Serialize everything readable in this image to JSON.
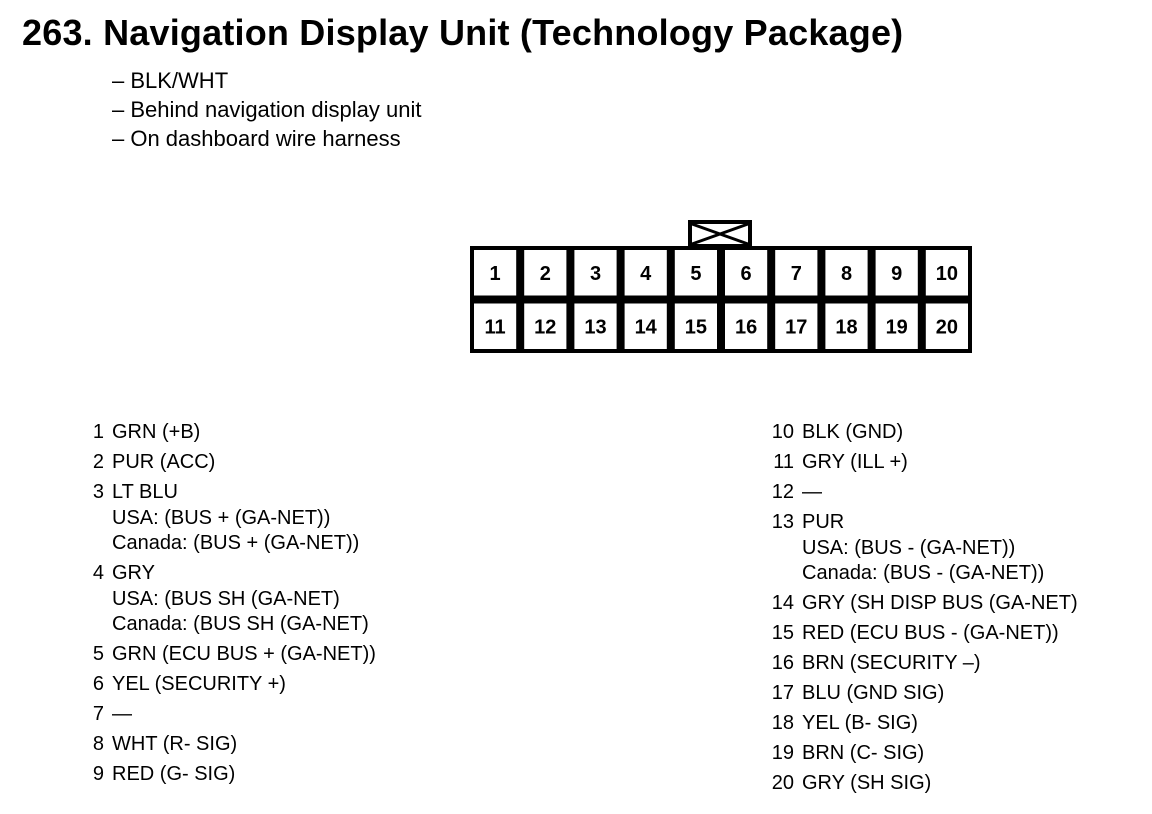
{
  "title": "263. Navigation Display Unit (Technology Package)",
  "notes": [
    "– BLK/WHT",
    "– Behind navigation display unit",
    "– On dashboard wire harness"
  ],
  "connector": {
    "top_row": [
      "1",
      "2",
      "3",
      "4",
      "5",
      "6",
      "7",
      "8",
      "9",
      "10"
    ],
    "bottom_row": [
      "11",
      "12",
      "13",
      "14",
      "15",
      "16",
      "17",
      "18",
      "19",
      "20"
    ]
  },
  "pins_left": [
    {
      "num": "1",
      "desc": "GRN (+B)",
      "sub": []
    },
    {
      "num": "2",
      "desc": "PUR (ACC)",
      "sub": []
    },
    {
      "num": "3",
      "desc": "LT BLU",
      "sub": [
        "USA: (BUS + (GA-NET))",
        "Canada: (BUS + (GA-NET))"
      ]
    },
    {
      "num": "4",
      "desc": "GRY",
      "sub": [
        "USA: (BUS SH (GA-NET)",
        "Canada: (BUS SH (GA-NET)"
      ]
    },
    {
      "num": "5",
      "desc": "GRN (ECU BUS + (GA-NET))",
      "sub": []
    },
    {
      "num": "6",
      "desc": "YEL (SECURITY +)",
      "sub": []
    },
    {
      "num": "7",
      "desc": "—",
      "sub": []
    },
    {
      "num": "8",
      "desc": "WHT (R- SIG)",
      "sub": []
    },
    {
      "num": "9",
      "desc": "RED (G- SIG)",
      "sub": []
    }
  ],
  "pins_right": [
    {
      "num": "10",
      "desc": "BLK (GND)",
      "sub": []
    },
    {
      "num": "11",
      "desc": "GRY (ILL +)",
      "sub": []
    },
    {
      "num": "12",
      "desc": "—",
      "sub": []
    },
    {
      "num": "13",
      "desc": "PUR",
      "sub": [
        "USA: (BUS - (GA-NET))",
        "Canada: (BUS - (GA-NET))"
      ]
    },
    {
      "num": "14",
      "desc": "GRY (SH DISP BUS (GA-NET)",
      "sub": []
    },
    {
      "num": "15",
      "desc": "RED (ECU BUS - (GA-NET))",
      "sub": []
    },
    {
      "num": "16",
      "desc": "BRN (SECURITY –)",
      "sub": []
    },
    {
      "num": "17",
      "desc": "BLU (GND SIG)",
      "sub": []
    },
    {
      "num": "18",
      "desc": "YEL (B- SIG)",
      "sub": []
    },
    {
      "num": "19",
      "desc": "BRN (C- SIG)",
      "sub": []
    },
    {
      "num": "20",
      "desc": "GRY (SH SIG)",
      "sub": []
    }
  ]
}
